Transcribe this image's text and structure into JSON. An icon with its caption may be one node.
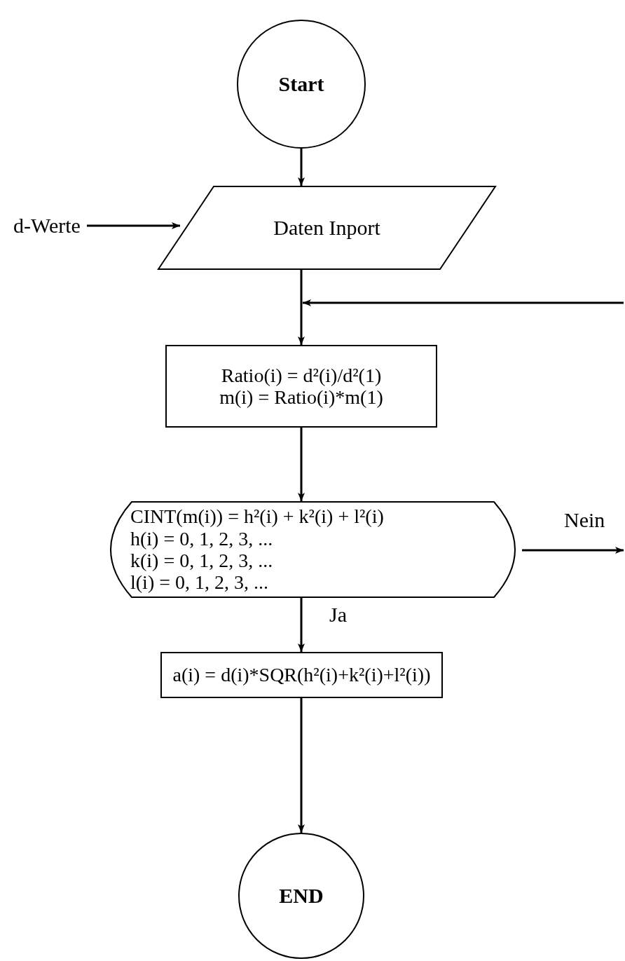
{
  "diagram": {
    "nodes": [
      {
        "text": [
          "Start"
        ]
      },
      {
        "text": [
          "d-Werte"
        ]
      },
      {
        "text": [
          "Daten Inport"
        ]
      },
      {
        "text": [
          "Ratio(i) = d²(i)/d²(1)",
          "m(i) = Ratio(i)*m(1)"
        ]
      },
      {
        "text": [
          "CINT(m(i)) = h²(i) + k²(i) + l²(i)",
          "h(i) = 0, 1, 2, 3, ...",
          "k(i) = 0, 1, 2, 3, ...",
          "l(i) = 0, 1, 2, 3, ..."
        ]
      },
      {
        "text": [
          "a(i) = d(i)*SQR(h²(i)+k²(i)+l²(i))"
        ]
      },
      {
        "text": [
          "END"
        ]
      }
    ],
    "edges": [
      {
        "from": 0,
        "to": 2,
        "arrow": "to"
      },
      {
        "from": 1,
        "to": 2,
        "arrow": "to"
      },
      {
        "from": 2,
        "to": 3,
        "arrow": "to"
      },
      {
        "from": null,
        "to": 3,
        "arrow": "to"
      },
      {
        "from": 3,
        "to": 4,
        "arrow": "to"
      },
      {
        "from": 4,
        "to": null,
        "label": "Nein",
        "arrow": "to"
      },
      {
        "from": 4,
        "to": 5,
        "label": "Ja",
        "arrow": "to"
      },
      {
        "from": 5,
        "to": 6,
        "arrow": "to"
      }
    ]
  }
}
